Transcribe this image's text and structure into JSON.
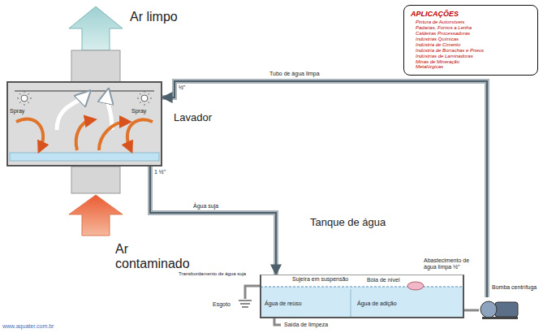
{
  "diagram": {
    "nodes": [
      {
        "text": [
          "Lavador"
        ]
      },
      {
        "text": [
          "Tanque de água"
        ]
      },
      {
        "text": [
          "Bomba centrífuga"
        ]
      },
      {
        "text": [
          "APLICAÇÕES",
          "Pintura de Automóveis",
          "Padarias, Fornos a Lenha",
          "Caldeiras Processadoras",
          "Indústrias Químicas",
          "Indústria de Cimento",
          "Indústria de Borrachas e Pneus",
          "Indústrias de Laminadoras",
          "Minas de Mineração",
          "Metalúrgicas"
        ]
      }
    ],
    "edges": [
      {
        "from": 0,
        "to": 1,
        "label": "Água suja",
        "arrow": "to"
      },
      {
        "from": 2,
        "to": 0,
        "label": "Tubo de água limpa",
        "arrow": "to"
      }
    ],
    "labels": [
      "Ar limpo",
      "Ar contaminado",
      "Spray",
      "Spray",
      "½\"",
      "1 ½\"",
      "Transbordamento de água suja",
      "Esgoto",
      "Sujeira em suspensão",
      "Água de reúso",
      "Bóia de nível",
      "Água de adição",
      "Abastecimento de água limpa ½\"",
      "Saída de limpeza",
      "www.aquater.com.br"
    ]
  }
}
